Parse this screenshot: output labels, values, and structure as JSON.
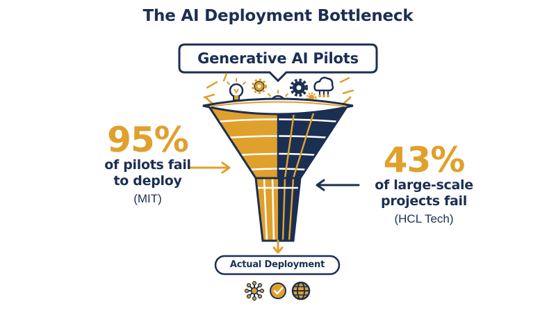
{
  "title": "The AI Deployment Bottleneck",
  "funnel_top_label": "Generative AI Pilots",
  "funnel_bottom_label": "Actual Deployment",
  "stats": {
    "left": {
      "value": "95%",
      "line1": "of pilots fail",
      "line2": "to deploy",
      "source": "(MIT)"
    },
    "right": {
      "value": "43%",
      "line1": "of large-scale",
      "line2": "projects fail",
      "source": "(HCL Tech)"
    }
  },
  "icons": {
    "top": [
      "lightbulb-icon",
      "gear-icon",
      "gear-icon",
      "gear-icon",
      "cloud-network-icon",
      "gear-icon",
      "lightbulb-icon",
      "gear-icon",
      "cloud-icon"
    ],
    "bottom": [
      "network-hub-icon",
      "check-badge-icon",
      "globe-icon"
    ]
  },
  "colors": {
    "navy": "#1b2f52",
    "gold": "#e0a02c",
    "white": "#ffffff",
    "text": "#1b2f52"
  }
}
